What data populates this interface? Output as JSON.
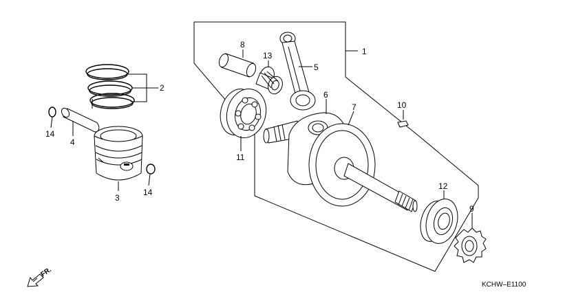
{
  "diagram": {
    "code": "KCHW–E1100",
    "direction_label": "FR.",
    "callouts": [
      {
        "id": "c1",
        "label": "1"
      },
      {
        "id": "c2",
        "label": "2"
      },
      {
        "id": "c3",
        "label": "3"
      },
      {
        "id": "c4",
        "label": "4"
      },
      {
        "id": "c5",
        "label": "5"
      },
      {
        "id": "c6",
        "label": "6"
      },
      {
        "id": "c7",
        "label": "7"
      },
      {
        "id": "c8",
        "label": "8"
      },
      {
        "id": "c9",
        "label": "9"
      },
      {
        "id": "c10",
        "label": "10"
      },
      {
        "id": "c11",
        "label": "11"
      },
      {
        "id": "c12",
        "label": "12"
      },
      {
        "id": "c13",
        "label": "13"
      },
      {
        "id": "c14a",
        "label": "14"
      },
      {
        "id": "c14b",
        "label": "14"
      }
    ]
  }
}
